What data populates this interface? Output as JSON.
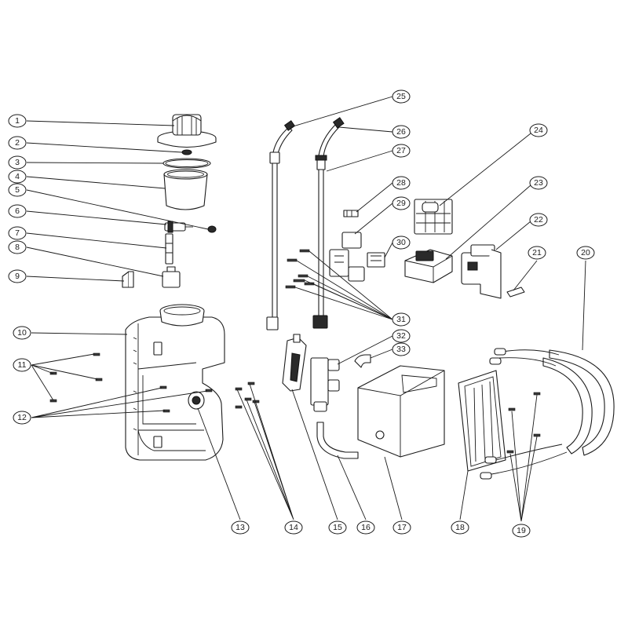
{
  "callouts": [
    {
      "id": "c1",
      "label": "1"
    },
    {
      "id": "c2",
      "label": "2"
    },
    {
      "id": "c3",
      "label": "3"
    },
    {
      "id": "c4",
      "label": "4"
    },
    {
      "id": "c5",
      "label": "5"
    },
    {
      "id": "c6",
      "label": "6"
    },
    {
      "id": "c7",
      "label": "7"
    },
    {
      "id": "c8",
      "label": "8"
    },
    {
      "id": "c9",
      "label": "9"
    },
    {
      "id": "c10",
      "label": "10"
    },
    {
      "id": "c11",
      "label": "11"
    },
    {
      "id": "c12",
      "label": "12"
    },
    {
      "id": "c13",
      "label": "13"
    },
    {
      "id": "c14",
      "label": "14"
    },
    {
      "id": "c15",
      "label": "15"
    },
    {
      "id": "c16",
      "label": "16"
    },
    {
      "id": "c17",
      "label": "17"
    },
    {
      "id": "c18",
      "label": "18"
    },
    {
      "id": "c19",
      "label": "19"
    },
    {
      "id": "c20",
      "label": "20"
    },
    {
      "id": "c21",
      "label": "21"
    },
    {
      "id": "c22",
      "label": "22"
    },
    {
      "id": "c23",
      "label": "23"
    },
    {
      "id": "c24",
      "label": "24"
    },
    {
      "id": "c25",
      "label": "25"
    },
    {
      "id": "c26",
      "label": "26"
    },
    {
      "id": "c27",
      "label": "27"
    },
    {
      "id": "c28",
      "label": "28"
    },
    {
      "id": "c29",
      "label": "29"
    },
    {
      "id": "c30",
      "label": "30"
    },
    {
      "id": "c31",
      "label": "31"
    },
    {
      "id": "c32",
      "label": "32"
    },
    {
      "id": "c33",
      "label": "33"
    }
  ]
}
